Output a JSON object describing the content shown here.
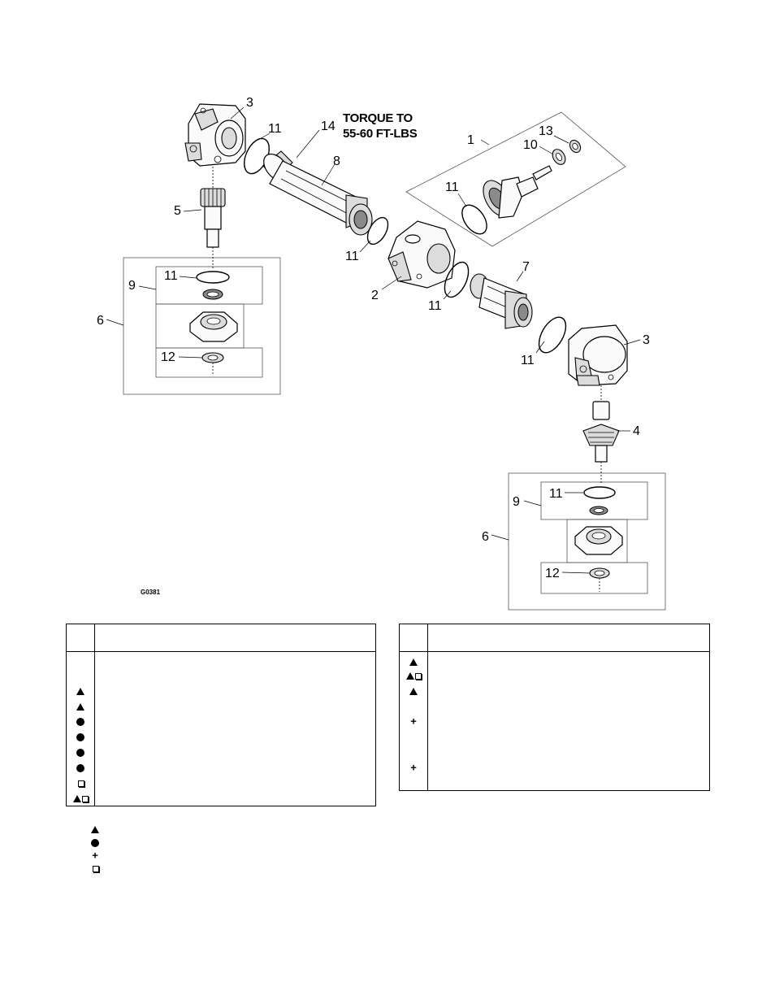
{
  "figure": {
    "figure_id": "G0381",
    "torque_note": {
      "line1": "TORQUE TO",
      "line2": "55-60 FT-LBS"
    },
    "callouts": {
      "c1": "1",
      "c2": "2",
      "c3a": "3",
      "c3b": "3",
      "c4": "4",
      "c5": "5",
      "c6a": "6",
      "c6b": "6",
      "c7": "7",
      "c8": "8",
      "c9a": "9",
      "c9b": "9",
      "c10": "10",
      "c11a": "11",
      "c11b": "11",
      "c11c": "11",
      "c11d": "11",
      "c11e": "11",
      "c11f": "11",
      "c11g": "11",
      "c12a": "12",
      "c12b": "12",
      "c13": "13",
      "c14": "14"
    }
  },
  "left_table": {
    "rows": [
      {
        "symbols": []
      },
      {
        "symbols": [
          "triangle"
        ]
      },
      {
        "symbols": [
          "triangle"
        ]
      },
      {
        "symbols": [
          "circle"
        ]
      },
      {
        "symbols": [
          "circle"
        ]
      },
      {
        "symbols": [
          "circle"
        ]
      },
      {
        "symbols": [
          "circle"
        ]
      },
      {
        "symbols": [
          "square"
        ]
      },
      {
        "symbols": [
          "triangle",
          "square"
        ]
      }
    ]
  },
  "right_table": {
    "rows": [
      {
        "symbols": [
          "triangle"
        ]
      },
      {
        "symbols": [
          "triangle",
          "square"
        ]
      },
      {
        "symbols": [
          "triangle"
        ]
      },
      {
        "symbols": [
          "plus"
        ]
      },
      {
        "symbols": [
          "plus"
        ]
      }
    ]
  },
  "legend": {
    "symbols": [
      "triangle",
      "circle",
      "plus",
      "square"
    ]
  },
  "icons": {
    "triangle": "triangle-icon",
    "circle": "circle-icon",
    "plus": "plus-icon",
    "square": "square-icon"
  }
}
